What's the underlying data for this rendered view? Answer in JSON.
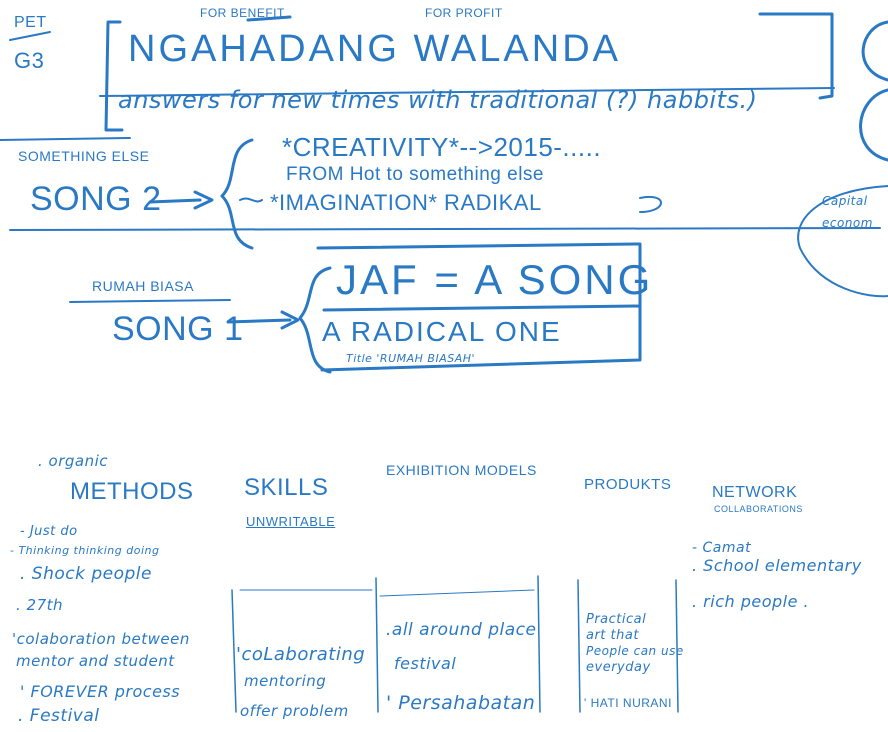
{
  "header": {
    "corner_top": "PET",
    "corner_bottom": "G3",
    "for_benefit": "FOR BENEFIT",
    "for_profit": "FOR PROFIT",
    "title": "NGAHADANG WALANDA",
    "subtitle": "answers for new times with traditional (?) habbits.)"
  },
  "song2": {
    "tag": "SOMETHING ELSE",
    "name": "SONG 2",
    "creativity": "*CREATIVITY*-->2015-.....",
    "from_hot": "FROM Hot to something else",
    "imagination": "*IMAGINATION* RADIKAL"
  },
  "song1": {
    "tag": "RUMAH BIASA",
    "name": "SONG 1",
    "jaf": "JAF = A SONG",
    "radical": "A RADICAL ONE",
    "title_note": "Title 'RUMAH BIASAH'"
  },
  "right_edge": {
    "line1": "Capital",
    "line2": "econom"
  },
  "columns": {
    "methods": {
      "small": ". organic",
      "heading": "METHODS",
      "items": [
        "- Just do",
        "- Thinking thinking doing",
        ". Shock people",
        ". 27th",
        "'colaboration between",
        "mentor and student",
        "' FOREVER process",
        ". Festival"
      ]
    },
    "skills": {
      "heading": "SKILLS",
      "sub": "UNWRITABLE",
      "items": [
        "'coLaborating",
        "mentoring",
        "offer problem"
      ]
    },
    "exhibition": {
      "heading": "EXHIBITION MODELS",
      "items": [
        ".all around place",
        "festival",
        "' Persahabatan"
      ]
    },
    "produkts": {
      "heading": "PRODUKTS",
      "items": [
        "Practical",
        "art that",
        "People can use",
        "everyday",
        "' HATI NURANI"
      ]
    },
    "network": {
      "heading": "NETWORK",
      "sub": "COLLABORATIONS",
      "items": [
        "- Camat",
        ". School elementary",
        ". rich people ."
      ]
    }
  }
}
